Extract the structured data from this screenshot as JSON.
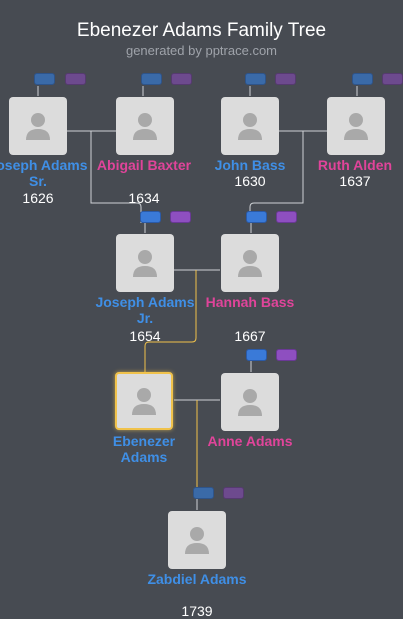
{
  "header": {
    "title": "Ebenezer Adams Family Tree",
    "subtitle": "generated by pptrace.com"
  },
  "people": {
    "joseph_sr": {
      "name": "Joseph Adams Sr.",
      "year": "1626"
    },
    "abigail": {
      "name": "Abigail Baxter",
      "year": "1634"
    },
    "john_bass": {
      "name": "John Bass",
      "year": "1630"
    },
    "ruth": {
      "name": "Ruth Alden",
      "year": "1637"
    },
    "joseph_jr": {
      "name": "Joseph Adams Jr.",
      "year": "1654"
    },
    "hannah": {
      "name": "Hannah Bass",
      "year": "1667"
    },
    "ebenezer": {
      "name": "Ebenezer Adams",
      "year": ""
    },
    "anne": {
      "name": "Anne Adams",
      "year": ""
    },
    "zabdiel": {
      "name": "Zabdiel Adams",
      "year": "1739"
    }
  },
  "colors": {
    "male": "#3f8fe6",
    "female": "#e0449a",
    "highlight_line": "#f0c24b",
    "line": "#cfd2d6",
    "background": "#474b52"
  },
  "icons": {
    "person": "person-silhouette-icon",
    "father_button": "blue-parent-button",
    "mother_button": "purple-parent-button"
  }
}
